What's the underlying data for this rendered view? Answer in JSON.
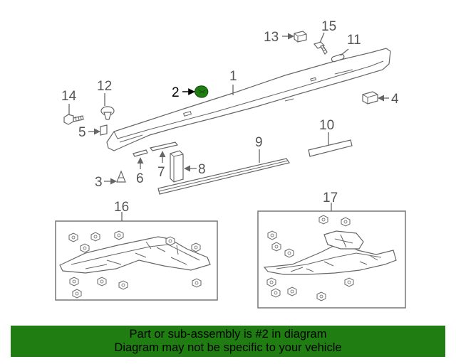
{
  "callouts": {
    "c1": "1",
    "c2": "2",
    "c3": "3",
    "c4": "4",
    "c5": "5",
    "c6": "6",
    "c7": "7",
    "c8": "8",
    "c9": "9",
    "c10": "10",
    "c11": "11",
    "c12": "12",
    "c13": "13",
    "c14": "14",
    "c15": "15",
    "c16": "16",
    "c17": "17"
  },
  "highlighted_part": "2",
  "colors": {
    "banner_bg": "#1f7d12",
    "highlight_part": "#1f7d12"
  },
  "banner": {
    "line1": "Part or sub-assembly is #2 in diagram",
    "line2": "Diagram may not be specific to your vehicle"
  }
}
